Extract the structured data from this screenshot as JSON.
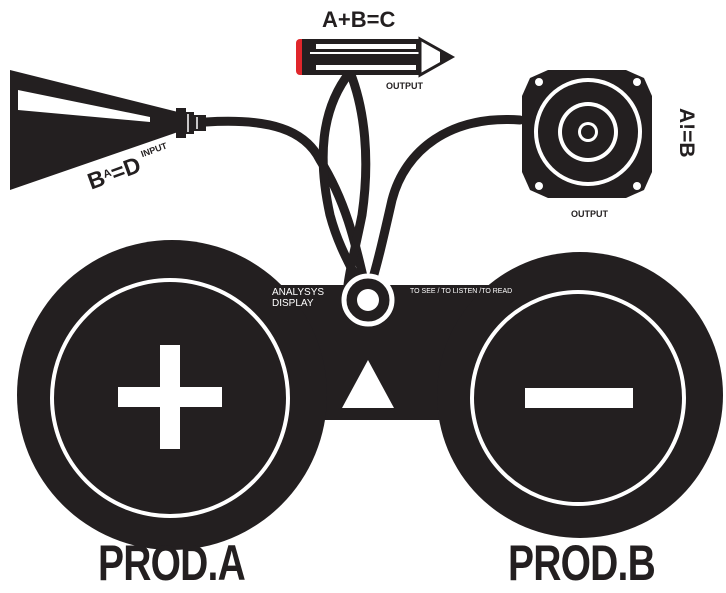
{
  "colors": {
    "ink": "#231f20",
    "paper": "#ffffff",
    "pencil_eraser": "#e0262b"
  },
  "pencil": {
    "formula": "A+B=C",
    "tag": "OUTPUT",
    "icon": "pencil-icon"
  },
  "horn": {
    "formula_base": "B",
    "formula_sup": "A",
    "formula_rest": "=D",
    "tag": "INPUT",
    "icon": "megaphone-icon"
  },
  "speaker": {
    "formula": "A!=B",
    "tag": "OUTPUT",
    "icon": "speaker-icon"
  },
  "hub": {
    "title_line1": "ANALYSYS",
    "title_line2": "DISPLAY",
    "caption": "TO SEE / TO LISTEN /TO READ"
  },
  "lenses": {
    "left_symbol": "plus-icon",
    "right_symbol": "minus-icon",
    "left_label": "PROD.A",
    "right_label": "PROD.B"
  }
}
